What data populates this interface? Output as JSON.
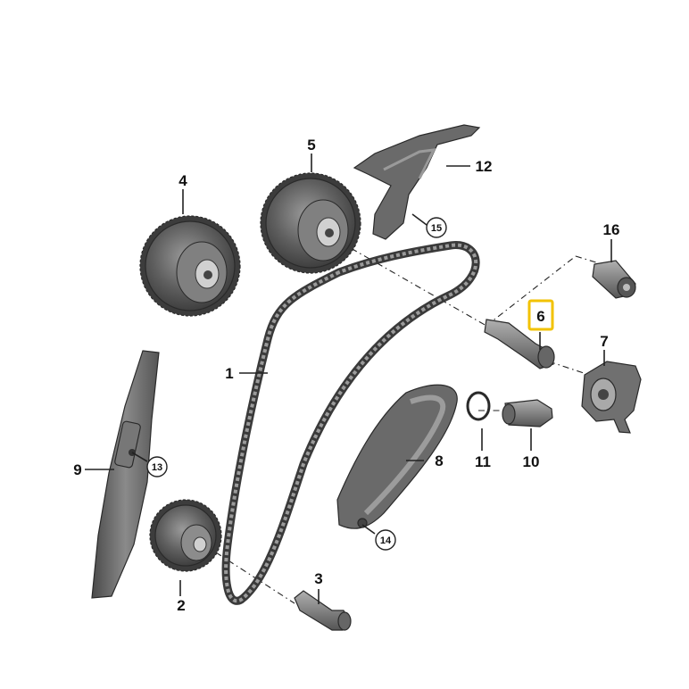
{
  "diagram": {
    "highlight_color": "#f2c200",
    "part_color": "#6e6e6e",
    "labels": {
      "p1": "1",
      "p2": "2",
      "p3": "3",
      "p4": "4",
      "p5": "5",
      "p6": "6",
      "p7": "7",
      "p8": "8",
      "p9": "9",
      "p10": "10",
      "p11": "11",
      "p12": "12",
      "p13": "13",
      "p14": "14",
      "p15": "15",
      "p16": "16"
    }
  }
}
